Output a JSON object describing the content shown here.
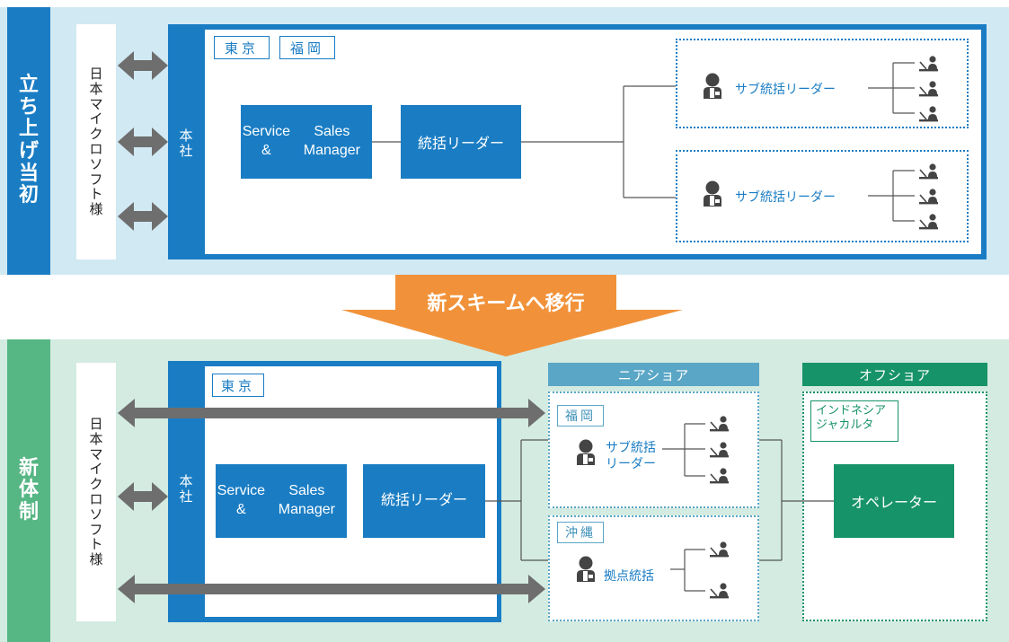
{
  "top": {
    "title": "立ち上げ当初",
    "client": "日本マイクロソフト様",
    "hq": "本社",
    "locations": [
      "東京",
      "福岡"
    ],
    "manager": "Service & Sales Manager",
    "leader": "統括リーダー",
    "subleaders": [
      "サブ統括リーダー",
      "サブ統括リーダー"
    ]
  },
  "transition": "新スキームへ移行",
  "bottom": {
    "title": "新体制",
    "client": "日本マイクロソフト様",
    "hq": "本社",
    "location": "東京",
    "manager": "Service & Sales Manager",
    "leader": "統括リーダー",
    "nearshore": {
      "header": "ニアショア",
      "sites": [
        {
          "name": "福岡",
          "role": "サブ統括リーダー"
        },
        {
          "name": "沖縄",
          "role": "拠点統括"
        }
      ]
    },
    "offshore": {
      "header": "オフショア",
      "site": "インドネシア\nジャカルタ",
      "role": "オペレーター"
    }
  },
  "colors": {
    "top_bg": "#d1e9f3",
    "bottom_bg": "#d3ebe1",
    "blue": "#1a7dc4",
    "green": "#56b684",
    "orange": "#f1923a",
    "nearshore_header": "#5aa6c6",
    "offshore_header": "#17936a"
  }
}
